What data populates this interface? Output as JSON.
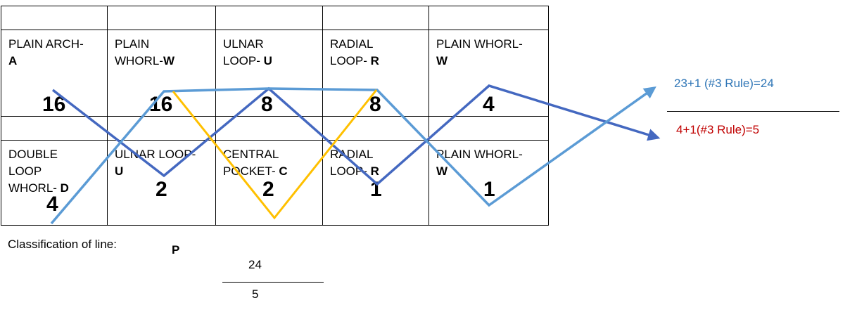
{
  "top_row": [
    {
      "label_plain": "PLAIN ARCH-",
      "label_letter": "A",
      "value": "16"
    },
    {
      "label_plain": "PLAIN WHORL-",
      "label_letter": "W",
      "value": "16"
    },
    {
      "label_plain": "ULNAR LOOP- ",
      "label_letter": "U",
      "value": "8"
    },
    {
      "label_plain": "RADIAL LOOP- ",
      "label_letter": "R",
      "value": "8"
    },
    {
      "label_plain": "PLAIN WHORL-",
      "label_letter": "W",
      "value": "4"
    }
  ],
  "bottom_row": [
    {
      "label_plain": "DOUBLE LOOP WHORL- ",
      "label_letter": "D",
      "value": "4"
    },
    {
      "label_plain": "ULNAR LOOP-",
      "label_letter": "U",
      "value": "2"
    },
    {
      "label_plain": "CENTRAL POCKET- ",
      "label_letter": "C",
      "value": "2"
    },
    {
      "label_plain": "RADIAL LOOP- ",
      "label_letter": "R",
      "value": "1"
    },
    {
      "label_plain": "PLAIN WHORL-",
      "label_letter": "W",
      "value": "1"
    }
  ],
  "notes": {
    "top_sum": "23+1 (#3 Rule)=24",
    "bottom_sum": "4+1(#3 Rule)=5"
  },
  "classification": {
    "label": "Classification of line:",
    "letter": "P",
    "numerator": "24",
    "denominator": "5"
  },
  "colors": {
    "dark_blue": "#4468c0",
    "light_blue": "#5b9bd5",
    "yellow": "#ffc000",
    "top_sum_text": "#2e75b6",
    "bottom_sum_text": "#c00000"
  }
}
